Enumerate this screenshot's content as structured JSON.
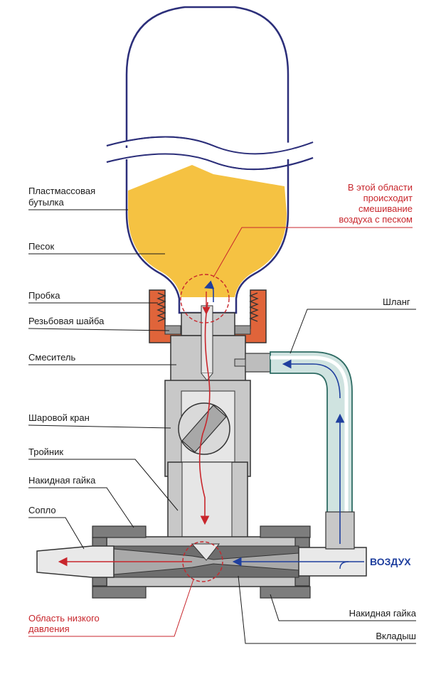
{
  "labels": {
    "bottle": [
      "Пластмассовая",
      "бутылка"
    ],
    "sand": "Песок",
    "cap": "Пробка",
    "washer": "Резьбовая шайба",
    "mixer": "Смеситель",
    "ball_valve": "Шаровой кран",
    "tee": "Тройник",
    "cap_nut_left": "Накидная гайка",
    "nozzle": "Сопло",
    "hose": "Шланг",
    "mixing_zone": [
      "В этой области",
      "происходит",
      "смешивание",
      "воздуха с песком"
    ],
    "low_pressure": [
      "Область низкого",
      "давления"
    ],
    "air": "ВОЗДУХ",
    "cap_nut_right": "Накидная гайка",
    "insert": "Вкладыш"
  },
  "colors": {
    "sand": "#f5c242",
    "cap": "#e0643a",
    "metal": "#c8c8c8",
    "metal_dark": "#7d7d7d",
    "hose": "#cfe3e0",
    "bottle_outline": "#2c2f7a",
    "air_arrow": "#1f3f9e",
    "sand_arrow": "#c8262c"
  }
}
